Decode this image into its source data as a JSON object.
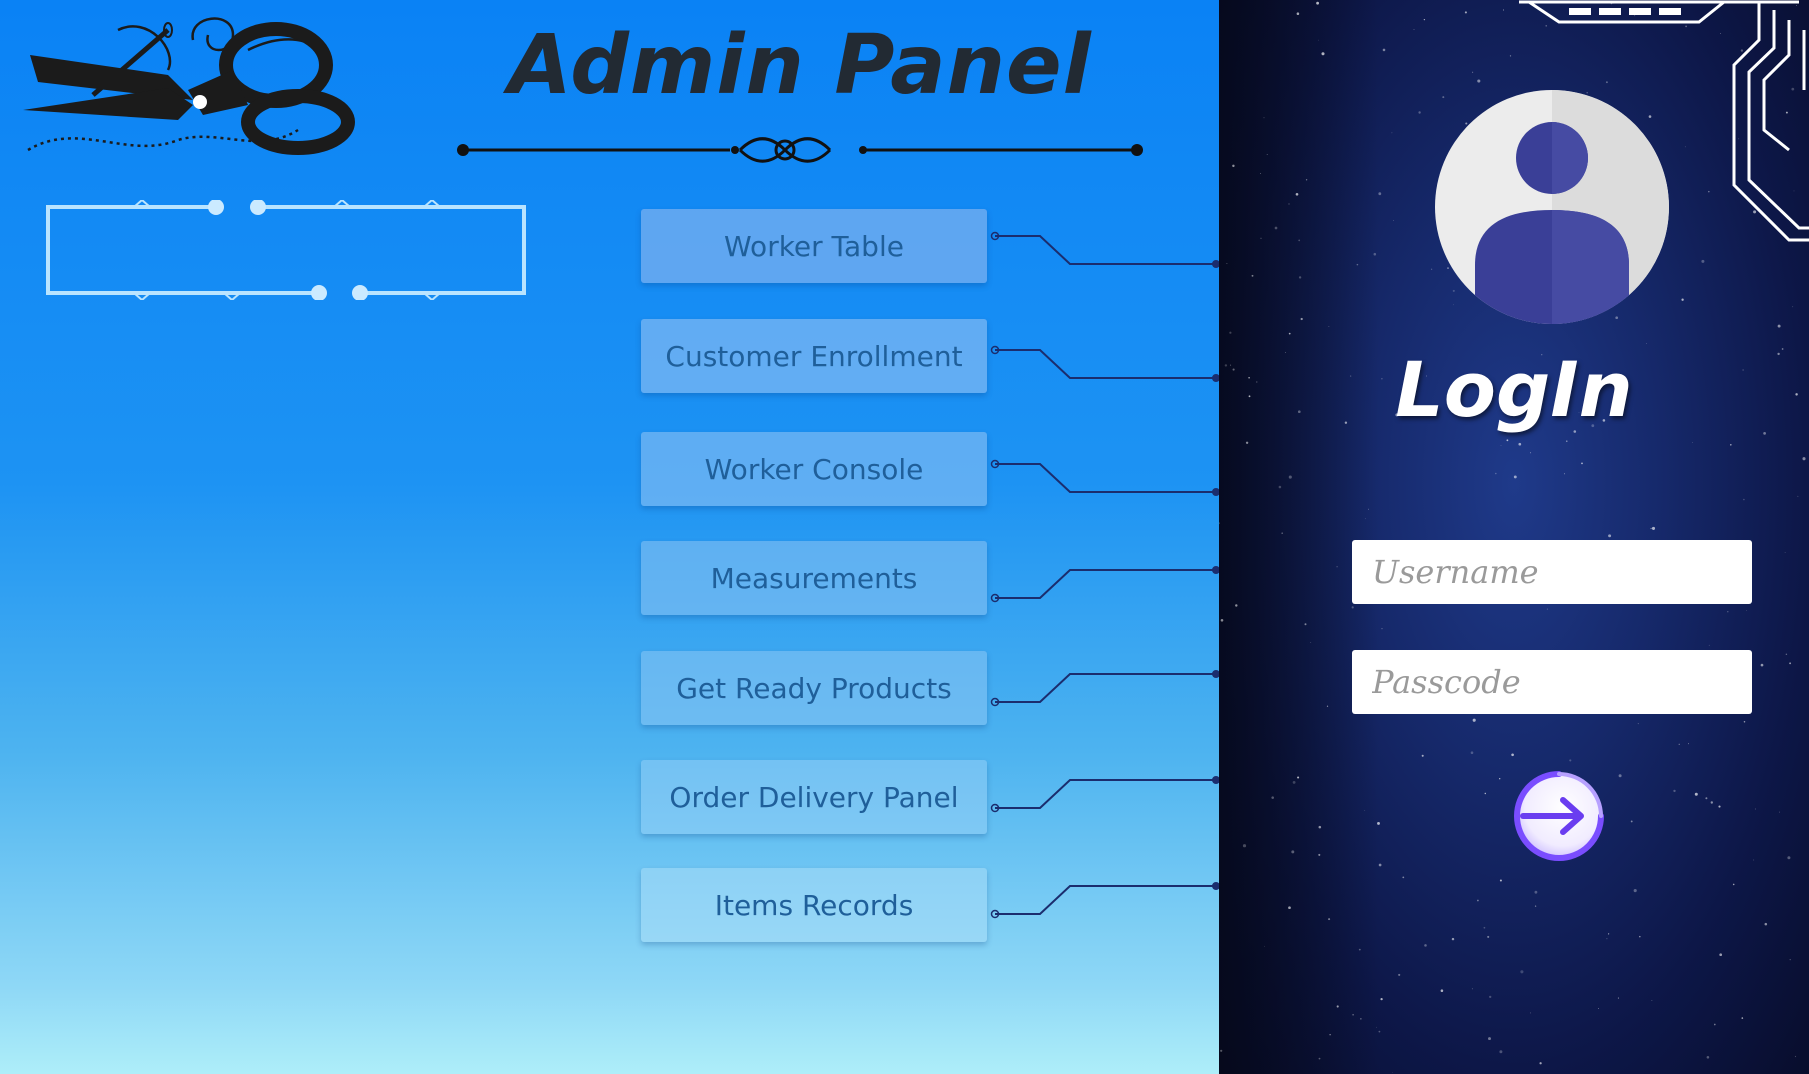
{
  "admin": {
    "title": "Admin Panel",
    "logo_icon": "scissors-needle-thread-icon",
    "menu": [
      {
        "label": "Worker Table",
        "name": "worker-table-button"
      },
      {
        "label": "Customer Enrollment",
        "name": "customer-enrollment-button"
      },
      {
        "label": "Worker Console",
        "name": "worker-console-button"
      },
      {
        "label": "Measurements",
        "name": "measurements-button"
      },
      {
        "label": "Get Ready Products",
        "name": "get-ready-products-button"
      },
      {
        "label": "Order Delivery Panel",
        "name": "order-delivery-panel-button"
      },
      {
        "label": "Items Records",
        "name": "items-records-button"
      }
    ]
  },
  "login": {
    "title": "LogIn",
    "username_placeholder": "Username",
    "passcode_placeholder": "Passcode",
    "avatar_icon": "user-avatar-icon",
    "submit_icon": "arrow-right-circle-icon"
  },
  "colors": {
    "title_text": "#222a33",
    "button_text": "#1f5f9a",
    "panel_dark": "#0d1748",
    "accent_purple": "#7a4dff"
  }
}
